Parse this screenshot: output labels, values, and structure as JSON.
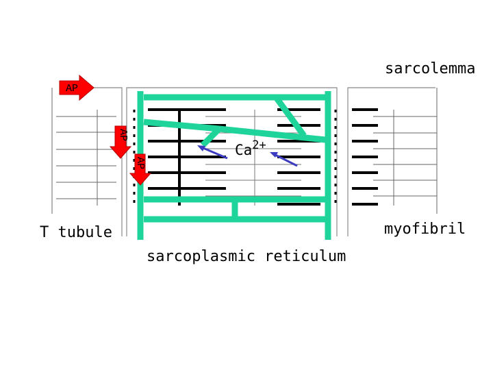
{
  "labels": {
    "sarcolemma": "sarcolemma",
    "t_tubule": "T tubule",
    "myofibril": "myofibril",
    "sarcoplasmic_reticulum": "sarcoplasmic reticulum",
    "calcium": "Ca",
    "calcium_charge": "2+",
    "action_potential": "AP"
  },
  "colors": {
    "sarcoplasmic_reticulum": "#1fd49a",
    "action_potential_arrow": "#ff0000",
    "calcium_arrow": "#3c3cc0",
    "filament": "#000000",
    "membrane_line": "#888888"
  }
}
